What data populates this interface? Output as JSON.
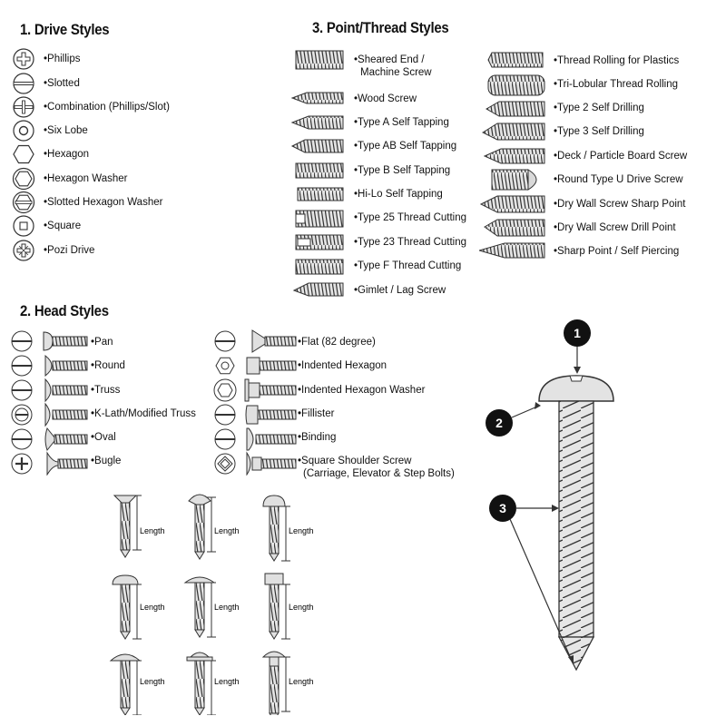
{
  "drive": {
    "title": "1. Drive Styles",
    "items": [
      {
        "label": "Phillips",
        "icon": "phillips-drive-icon"
      },
      {
        "label": "Slotted",
        "icon": "slotted-drive-icon"
      },
      {
        "label": "Combination (Phillips/Slot)",
        "icon": "combination-drive-icon"
      },
      {
        "label": "Six Lobe",
        "icon": "six-lobe-drive-icon"
      },
      {
        "label": "Hexagon",
        "icon": "hexagon-drive-icon"
      },
      {
        "label": "Hexagon Washer",
        "icon": "hexagon-washer-drive-icon"
      },
      {
        "label": "Slotted Hexagon Washer",
        "icon": "slotted-hexagon-washer-drive-icon"
      },
      {
        "label": "Square",
        "icon": "square-drive-icon"
      },
      {
        "label": "Pozi Drive",
        "icon": "pozi-drive-icon"
      }
    ]
  },
  "head": {
    "title": "2. Head Styles",
    "left": [
      {
        "label": "Pan"
      },
      {
        "label": "Round"
      },
      {
        "label": "Truss"
      },
      {
        "label": "K-Lath/Modified Truss"
      },
      {
        "label": "Oval"
      },
      {
        "label": "Bugle"
      }
    ],
    "right": [
      {
        "label": "Flat (82 degree)"
      },
      {
        "label": "Indented Hexagon"
      },
      {
        "label": "Indented Hexagon Washer"
      },
      {
        "label": "Fillister"
      },
      {
        "label": "Binding"
      },
      {
        "label": "Square Shoulder Screw"
      }
    ],
    "square_shoulder_note": "(Carriage, Elevator & Step Bolts)",
    "length_label": "Length"
  },
  "point": {
    "title": "3. Point/Thread Styles",
    "left": [
      {
        "label": "Sheared End /",
        "label2": "Machine Screw"
      },
      {
        "label": "Wood Screw"
      },
      {
        "label": "Type A Self Tapping"
      },
      {
        "label": "Type AB Self Tapping"
      },
      {
        "label": "Type B Self Tapping"
      },
      {
        "label": "Hi-Lo Self Tapping"
      },
      {
        "label": "Type 25 Thread Cutting"
      },
      {
        "label": "Type 23 Thread Cutting"
      },
      {
        "label": "Type F Thread Cutting"
      },
      {
        "label": "Gimlet / Lag Screw"
      }
    ],
    "right": [
      {
        "label": "Thread Rolling for Plastics"
      },
      {
        "label": "Tri-Lobular Thread Rolling"
      },
      {
        "label": "Type 2 Self Drilling"
      },
      {
        "label": "Type 3 Self Drilling"
      },
      {
        "label": "Deck / Particle Board Screw"
      },
      {
        "label": "Round Type U Drive Screw"
      },
      {
        "label": "Dry Wall Screw Sharp Point"
      },
      {
        "label": "Dry Wall Screw Drill Point"
      },
      {
        "label": "Sharp Point / Self Piercing"
      }
    ]
  },
  "callouts": [
    "1",
    "2",
    "3"
  ],
  "colors": {
    "ink": "#111111",
    "gray_fill": "#d9d9d9",
    "line": "#444444"
  }
}
